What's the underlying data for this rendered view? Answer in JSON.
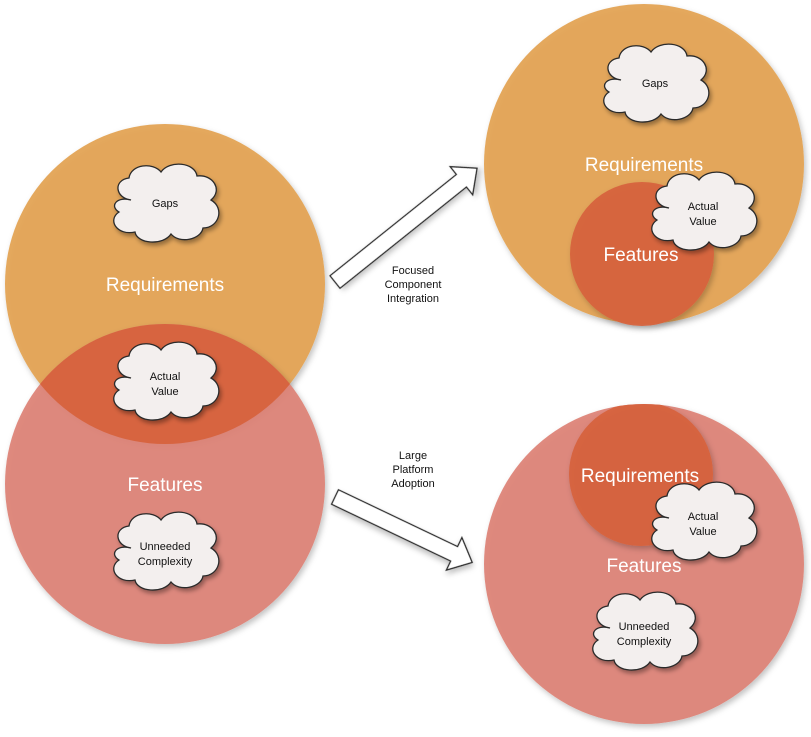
{
  "colors": {
    "requirements": "#E3A352",
    "features": "#DD8276",
    "overlap": "#D6623C",
    "cloud_fill": "#F3EFEE",
    "cloud_stroke": "#2A2A2A",
    "label_text": "#FFFFFF",
    "arrow_fill": "#FFFFFF",
    "arrow_stroke": "#2A2A2A"
  },
  "left": {
    "requirements_label": "Requirements",
    "features_label": "Features",
    "gaps_cloud": "Gaps",
    "actual_value_cloud": [
      "Actual",
      "Value"
    ],
    "unneeded_cloud": [
      "Unneeded",
      "Complexity"
    ]
  },
  "top_right": {
    "requirements_label": "Requirements",
    "features_label": "Features",
    "gaps_cloud": "Gaps",
    "actual_value_cloud": [
      "Actual",
      "Value"
    ]
  },
  "bottom_right": {
    "requirements_label": "Requirements",
    "features_label": "Features",
    "actual_value_cloud": [
      "Actual",
      "Value"
    ],
    "unneeded_cloud": [
      "Unneeded",
      "Complexity"
    ]
  },
  "arrows": {
    "up_label": [
      "Focused",
      "Component",
      "Integration"
    ],
    "down_label": [
      "Large",
      "Platform",
      "Adoption"
    ]
  },
  "icons": {
    "circle": "circle-shape",
    "cloud": "cloud-callout-shape",
    "arrow": "block-arrow-shape"
  }
}
